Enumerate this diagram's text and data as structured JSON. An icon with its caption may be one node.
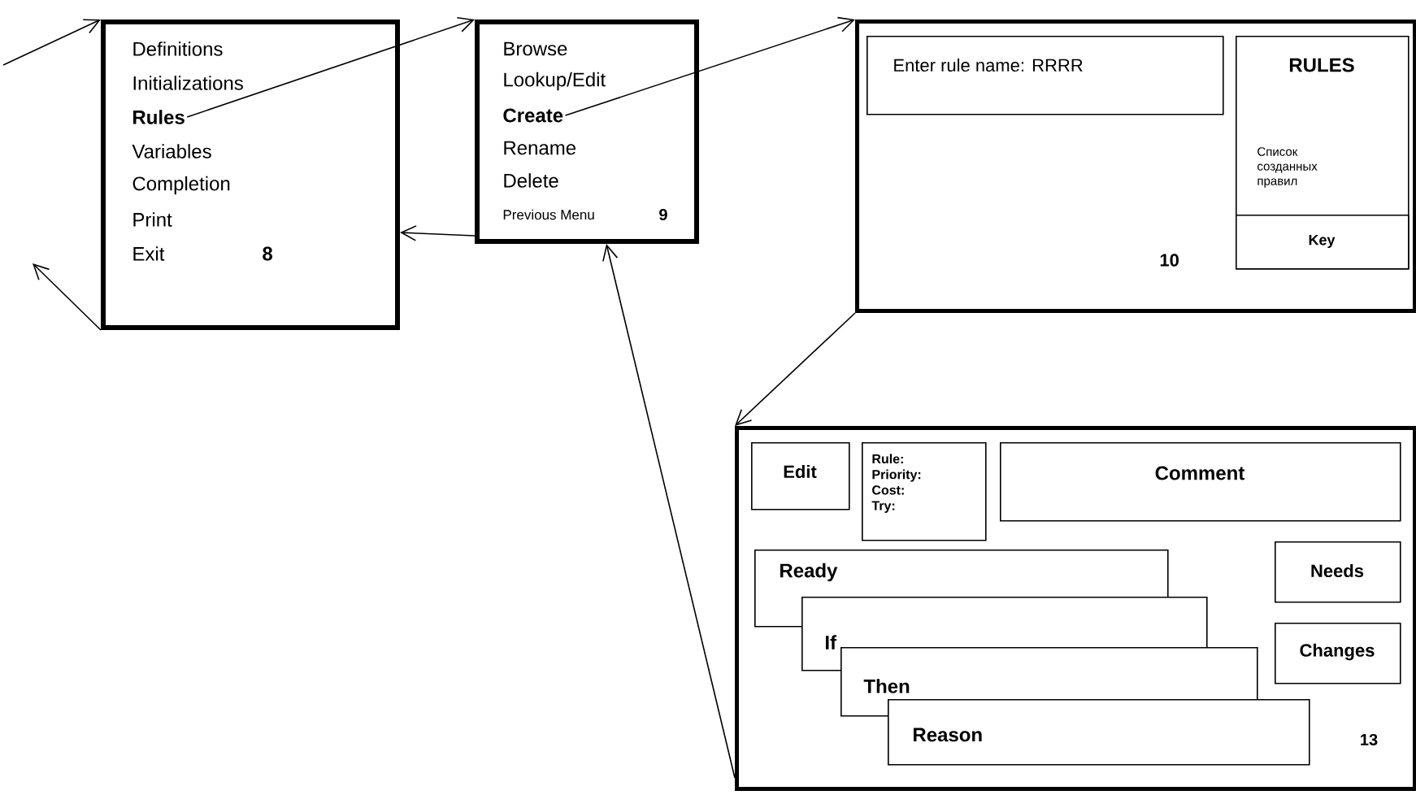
{
  "diagram": {
    "nodes": [
      {
        "text": [
          "8"
        ]
      },
      {
        "text": [
          "Definitions"
        ],
        "in": 0
      },
      {
        "text": [
          "Initializations"
        ],
        "in": 0
      },
      {
        "text": [
          "Rules"
        ],
        "in": 0
      },
      {
        "text": [
          "Variables"
        ],
        "in": 0
      },
      {
        "text": [
          "Completion"
        ],
        "in": 0
      },
      {
        "text": [
          "Print"
        ],
        "in": 0
      },
      {
        "text": [
          "Exit"
        ],
        "in": 0
      },
      {
        "text": [
          "9"
        ]
      },
      {
        "text": [
          "Browse"
        ],
        "in": 8
      },
      {
        "text": [
          "Lookup/Edit"
        ],
        "in": 8
      },
      {
        "text": [
          "Create"
        ],
        "in": 8
      },
      {
        "text": [
          "Rename"
        ],
        "in": 8
      },
      {
        "text": [
          "Delete"
        ],
        "in": 8
      },
      {
        "text": [
          "Previous Menu"
        ],
        "in": 8
      },
      {
        "text": [
          "10"
        ]
      },
      {
        "text": [
          "Enter rule name: RRRR"
        ],
        "in": 15
      },
      {
        "text": [
          "RULES",
          "Список созданных правил"
        ],
        "in": 15
      },
      {
        "text": [
          "Key"
        ],
        "in": 17
      },
      {
        "text": [
          "13"
        ]
      },
      {
        "text": [
          "Edit"
        ],
        "in": 19
      },
      {
        "text": [
          "Rule: Priority: Cost: Try:"
        ],
        "in": 19
      },
      {
        "text": [
          "Comment"
        ],
        "in": 19
      },
      {
        "text": [
          "Needs"
        ],
        "in": 19
      },
      {
        "text": [
          "Ready"
        ],
        "in": 19
      },
      {
        "text": [
          "Changes"
        ],
        "in": 19
      },
      {
        "text": [
          "If"
        ],
        "in": 19
      },
      {
        "text": [
          "Then"
        ],
        "in": 19
      },
      {
        "text": [
          "Reason"
        ],
        "in": 19
      }
    ],
    "edges": [
      {
        "from": null,
        "to": 0,
        "arrow": "to"
      },
      {
        "from": 0,
        "to": null,
        "arrow": "to"
      },
      {
        "from": 3,
        "to": 8,
        "arrow": "to"
      },
      {
        "from": 8,
        "to": 0,
        "arrow": "to"
      },
      {
        "from": 11,
        "to": 15,
        "arrow": "to"
      },
      {
        "from": 15,
        "to": 19,
        "arrow": "to"
      },
      {
        "from": 19,
        "to": 8,
        "arrow": "to"
      }
    ]
  }
}
